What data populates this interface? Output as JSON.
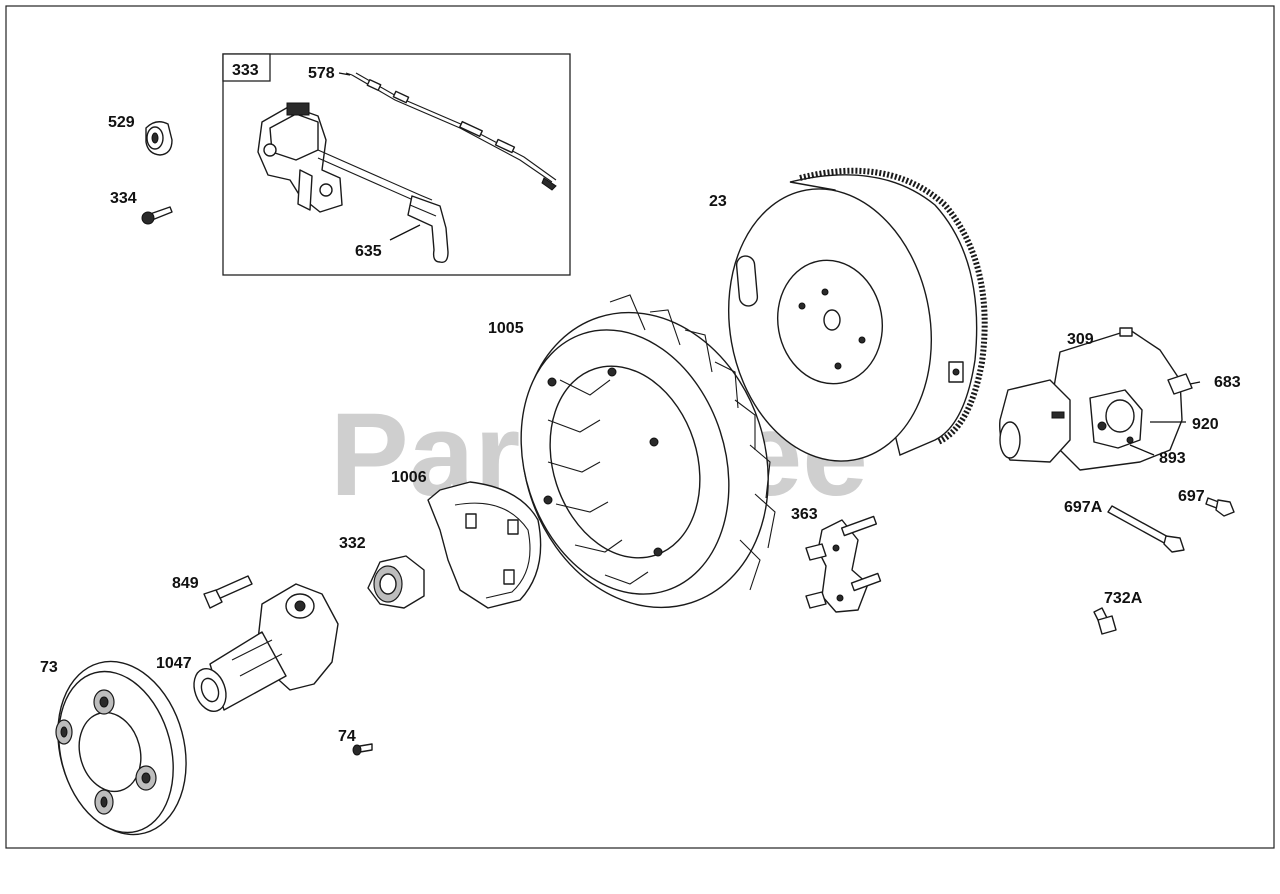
{
  "watermark": "PartsTree",
  "callouts": {
    "c23": "23",
    "c73": "73",
    "c74": "74",
    "c309": "309",
    "c332": "332",
    "c333": "333",
    "c334": "334",
    "c363": "363",
    "c529": "529",
    "c578": "578",
    "c635": "635",
    "c683": "683",
    "c697": "697",
    "c697A": "697A",
    "c732A": "732A",
    "c849": "849",
    "c893": "893",
    "c920": "920",
    "c1005": "1005",
    "c1006": "1006",
    "c1047": "1047"
  }
}
